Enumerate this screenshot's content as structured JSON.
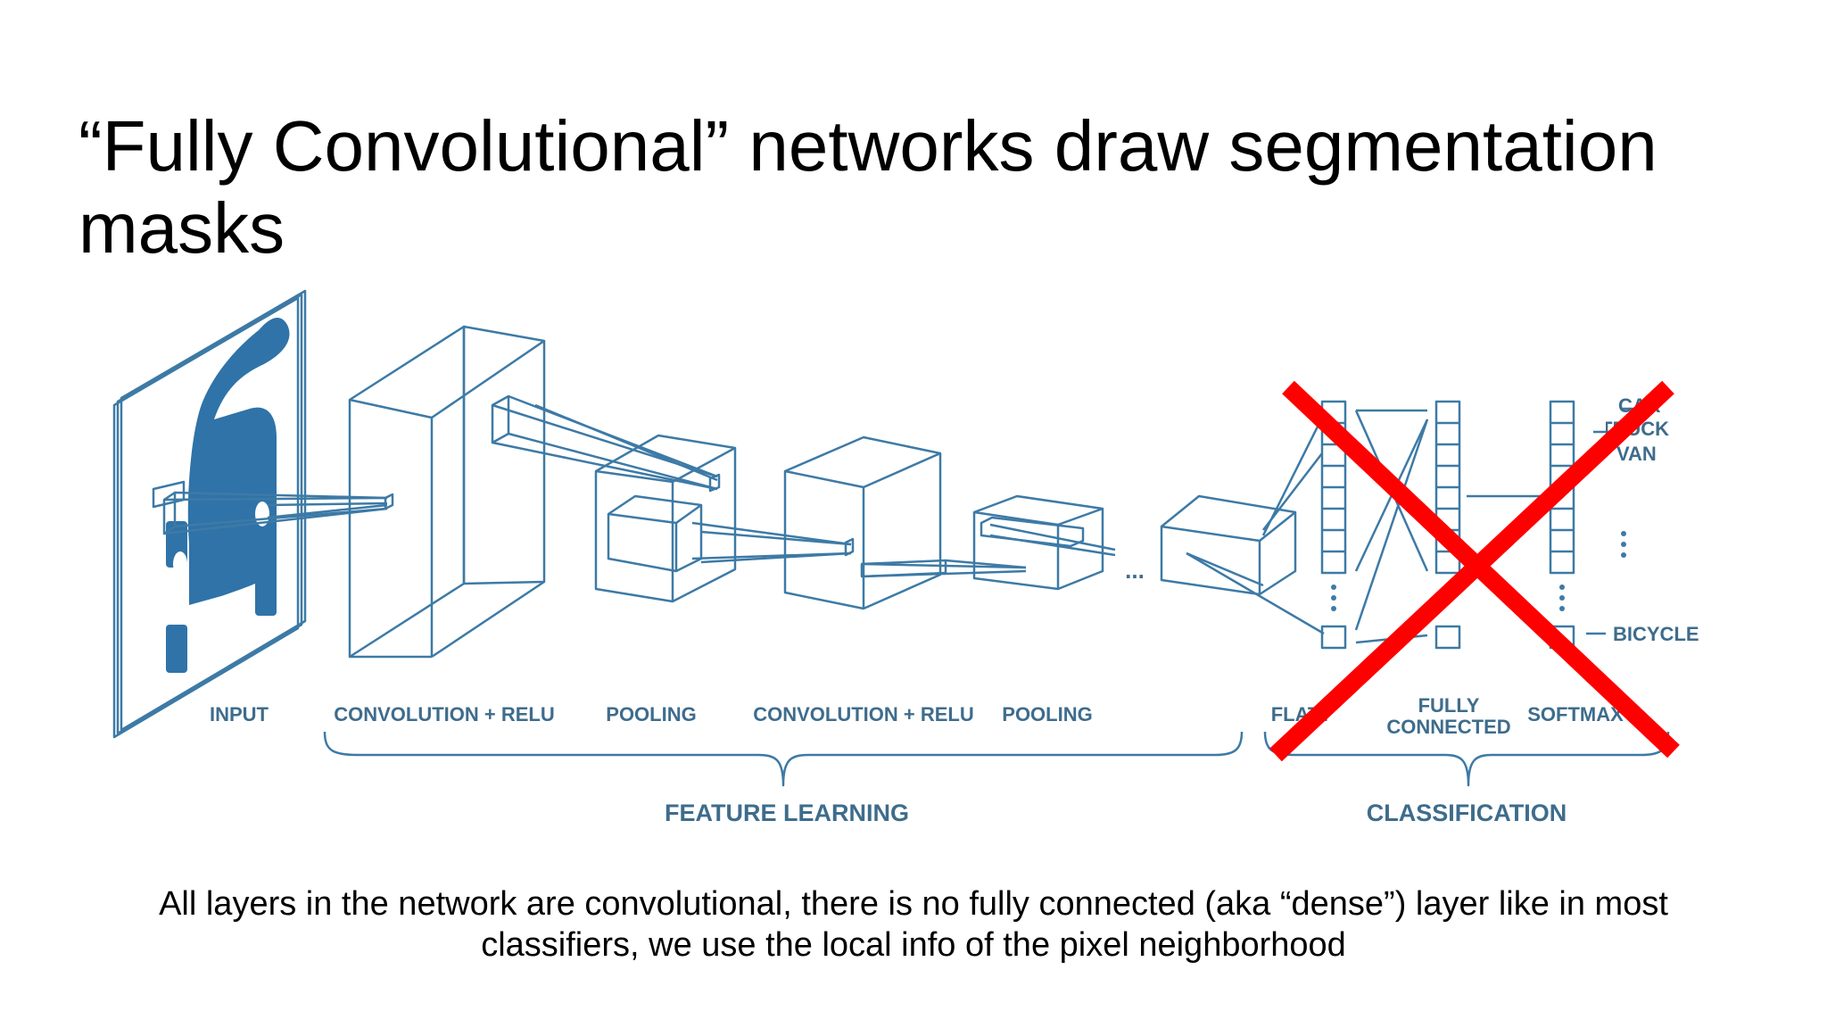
{
  "slide": {
    "title": "“Fully Convolutional” networks draw segmentation masks",
    "caption_line1": "All layers in the network are convolutional, there is no fully connected (aka “dense”) layer like in most",
    "caption_line2": "classifiers, we use the local info of the pixel neighborhood"
  },
  "diagram": {
    "stroke_color": "#3d7aa6",
    "car_fill": "#2f73a8",
    "cross_color": "#ff0000",
    "stage_labels": {
      "input": "INPUT",
      "conv1": "CONVOLUTION + RELU",
      "pool1": "POOLING",
      "conv2": "CONVOLUTION + RELU",
      "pool2": "POOLING",
      "flatten": "FLATTEN",
      "fc_line1": "FULLY",
      "fc_line2": "CONNECTED",
      "softmax": "SOFTMAX"
    },
    "ellipsis": "...",
    "group_labels": {
      "feature_learning": "FEATURE LEARNING",
      "classification": "CLASSIFICATION"
    },
    "output_classes": [
      "CAR",
      "TRUCK",
      "VAN",
      "BICYCLE"
    ]
  }
}
